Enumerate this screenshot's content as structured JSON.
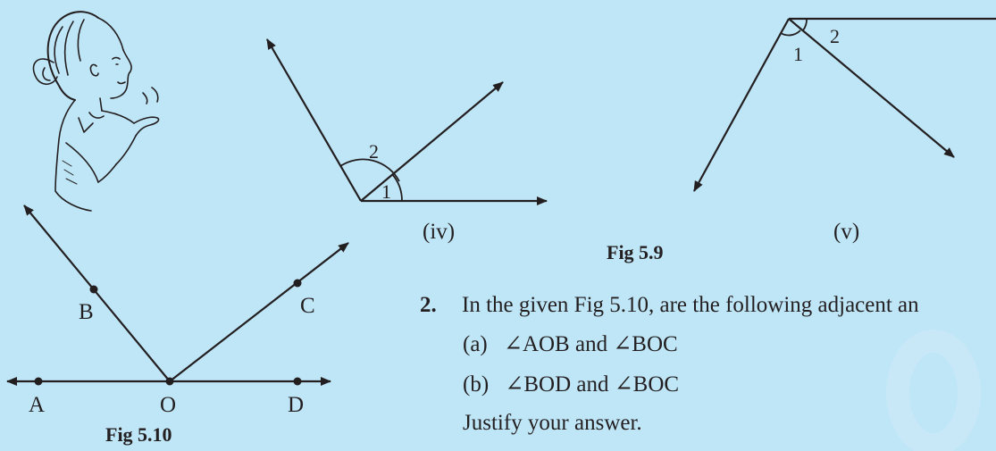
{
  "colors": {
    "background": "#bfe6f7",
    "ink": "#231f20",
    "watermark": "#d2ecf8"
  },
  "figures": {
    "fig_iv": {
      "caption": "(iv)",
      "angle_labels": [
        "1",
        "2"
      ]
    },
    "fig_v": {
      "caption": "(v)",
      "angle_labels": [
        "1",
        "2"
      ]
    },
    "fig_5_9": {
      "title": "Fig 5.9"
    },
    "fig_5_10": {
      "title": "Fig 5.10",
      "points": [
        "A",
        "B",
        "O",
        "C",
        "D"
      ]
    }
  },
  "question": {
    "number": "2.",
    "text": "In the given Fig 5.10, are the following adjacent an",
    "options": [
      {
        "label": "(a)",
        "text": "∠AOB and ∠BOC"
      },
      {
        "label": "(b)",
        "text": "∠BOD and ∠BOC"
      }
    ],
    "footer": "Justify your answer."
  },
  "illustration": {
    "icon": "girl-pointing-icon"
  }
}
